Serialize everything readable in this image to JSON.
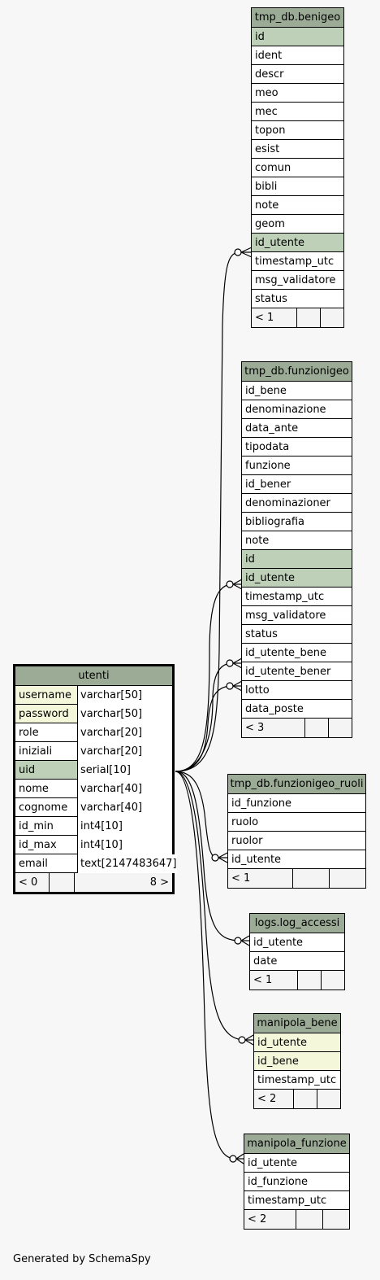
{
  "tables": {
    "benigeo": {
      "name": "tmp_db.benigeo",
      "columns": [
        "id",
        "ident",
        "descr",
        "meo",
        "mec",
        "topon",
        "esist",
        "comun",
        "bibli",
        "note",
        "geom",
        "id_utente",
        "timestamp_utc",
        "msg_validatore",
        "status"
      ],
      "footer": "< 1"
    },
    "funzionigeo": {
      "name": "tmp_db.funzionigeo",
      "columns": [
        "id_bene",
        "denominazione",
        "data_ante",
        "tipodata",
        "funzione",
        "id_bener",
        "denominazioner",
        "bibliografia",
        "note",
        "id",
        "id_utente",
        "timestamp_utc",
        "msg_validatore",
        "status",
        "id_utente_bene",
        "id_utente_bener",
        "lotto",
        "data_poste"
      ],
      "footer": "< 3"
    },
    "funzionigeo_ruoli": {
      "name": "tmp_db.funzionigeo_ruoli",
      "columns": [
        "id_funzione",
        "ruolo",
        "ruolor",
        "id_utente"
      ],
      "footer": "< 1"
    },
    "log_accessi": {
      "name": "logs.log_accessi",
      "columns": [
        "id_utente",
        "date"
      ],
      "footer": "< 1"
    },
    "manipola_bene": {
      "name": "manipola_bene",
      "columns": [
        "id_utente",
        "id_bene",
        "timestamp_utc"
      ],
      "footer": "< 2"
    },
    "manipola_funzione": {
      "name": "manipola_funzione",
      "columns": [
        "id_utente",
        "id_funzione",
        "timestamp_utc"
      ],
      "footer": "< 2"
    },
    "utenti": {
      "name": "utenti",
      "columns": [
        {
          "name": "username",
          "type": "varchar[50]"
        },
        {
          "name": "password",
          "type": "varchar[50]"
        },
        {
          "name": "role",
          "type": "varchar[20]"
        },
        {
          "name": "iniziali",
          "type": "varchar[20]"
        },
        {
          "name": "uid",
          "type": "serial[10]"
        },
        {
          "name": "nome",
          "type": "varchar[40]"
        },
        {
          "name": "cognome",
          "type": "varchar[40]"
        },
        {
          "name": "id_min",
          "type": "int4[10]"
        },
        {
          "name": "id_max",
          "type": "int4[10]"
        },
        {
          "name": "email",
          "type": "text[2147483647]"
        }
      ],
      "footer_left": "< 0",
      "footer_right": "8 >"
    }
  },
  "generated_by": "Generated by SchemaSpy",
  "colors": {
    "header": "#9bab96",
    "primary_key": "#bed1b8",
    "indexed": "#f4f7da",
    "background": "#f7f7f7"
  }
}
